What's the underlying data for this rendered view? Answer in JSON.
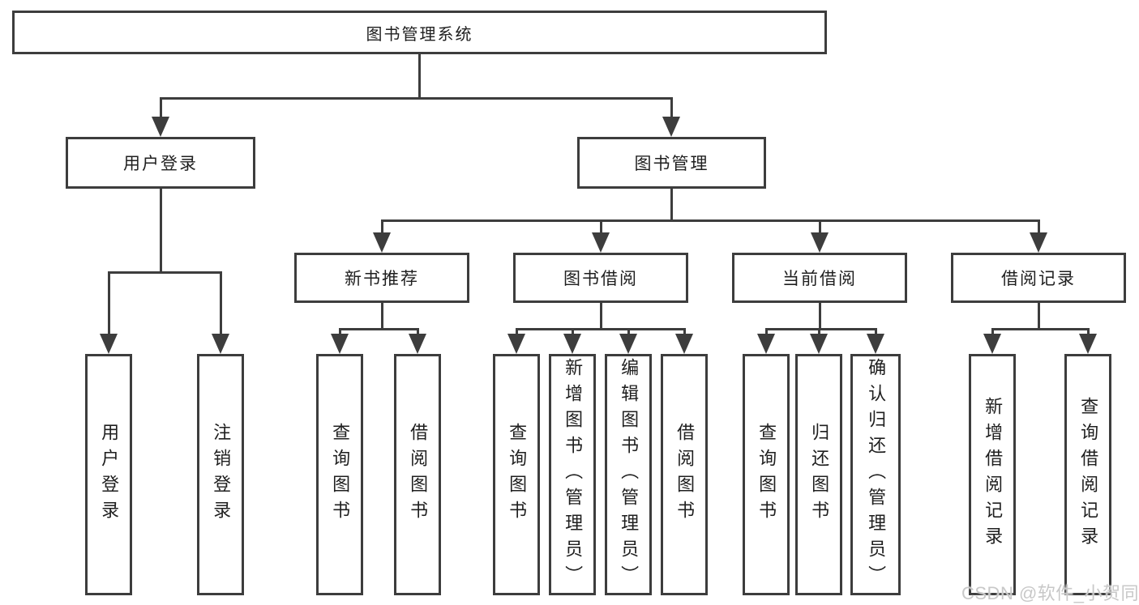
{
  "diagram": {
    "root": {
      "label": "图书管理系统"
    },
    "level2": [
      {
        "label": "用户登录"
      },
      {
        "label": "图书管理"
      }
    ],
    "level3": [
      {
        "label": "新书推荐"
      },
      {
        "label": "图书借阅"
      },
      {
        "label": "当前借阅"
      },
      {
        "label": "借阅记录"
      }
    ],
    "leaves": {
      "login": [
        "用户登录",
        "注销登录"
      ],
      "new_books": [
        "查询图书",
        "借阅图书"
      ],
      "borrow": [
        "查询图书",
        "新增图书（管理员）",
        "编辑图书（管理员）",
        "借阅图书"
      ],
      "current": [
        "查询图书",
        "归还图书",
        "确认归还（管理员）"
      ],
      "records": [
        "新增借阅记录",
        "查询借阅记录"
      ]
    }
  },
  "watermark": {
    "text": "CSDN @软件_小贺同学"
  },
  "colors": {
    "stroke": "#3d3d3d",
    "text": "#1f1f1f",
    "background": "#ffffff",
    "watermark": "#c8c8c8"
  }
}
